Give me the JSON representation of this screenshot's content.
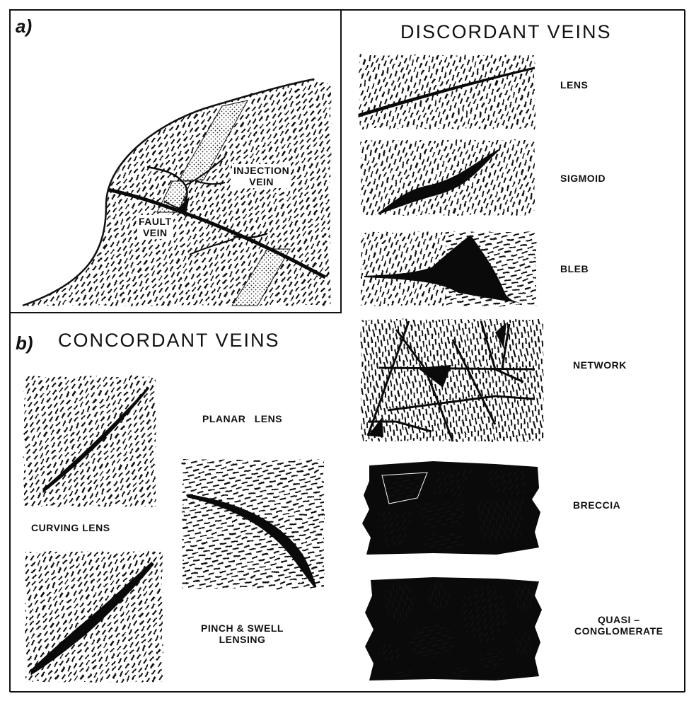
{
  "panel_a": {
    "letter": "a)",
    "labels": {
      "injection_vein": "INJECTION\nVEIN",
      "fault_vein": "FAULT\nVEIN"
    }
  },
  "panel_b": {
    "letter": "b)",
    "heading": "CONCORDANT VEINS",
    "items": {
      "planar_lens": "PLANAR LENS",
      "curving_lens": "CURVING LENS",
      "pinch_swell": "PINCH & SWELL\nLENSING"
    }
  },
  "discordant": {
    "heading": "DISCORDANT VEINS",
    "items": [
      "LENS",
      "SIGMOID",
      "BLEB",
      "NETWORK",
      "BRECCIA",
      "QUASI –\nCONGLOMERATE"
    ]
  },
  "colors": {
    "ink": "#111111",
    "paper": "#ffffff",
    "vein": "#0a0a0a"
  }
}
